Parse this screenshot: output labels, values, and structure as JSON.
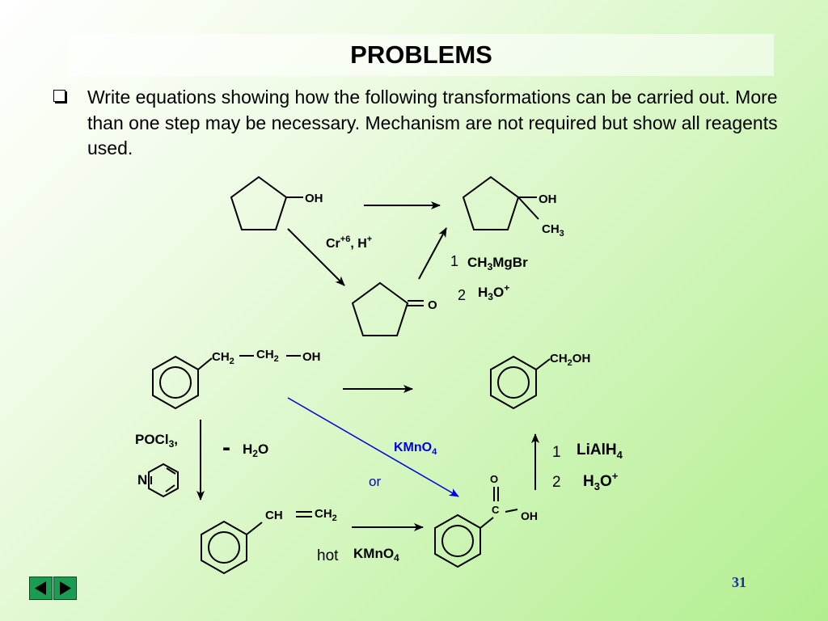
{
  "slide": {
    "title": "PROBLEMS",
    "instruction": "Write equations showing how the following transformations can be carried out.  More than one step may be necessary. Mechanism are not required but show all reagents used.",
    "page_number": "31"
  },
  "problem1": {
    "oh_left": "OH",
    "oh_right": "OH",
    "ch3": "CH",
    "ch3_sub": "3",
    "ketone_o": "O",
    "oxidant": "Cr",
    "oxidant_sup": "+6",
    "oxidant_tail": ", H",
    "oxidant_tail_sup": "+",
    "step1_num": "1",
    "step1_reagent_a": "CH",
    "step1_reagent_sub": "3",
    "step1_reagent_b": "MgBr",
    "step2_num": "2",
    "step2_reagent_a": "H",
    "step2_reagent_sub": "3",
    "step2_reagent_b": "O",
    "step2_reagent_sup": "+"
  },
  "problem2": {
    "ch2_a": "CH",
    "ch2_a_sub": "2",
    "ch2_b": "CH",
    "ch2_b_sub": "2",
    "oh": "OH",
    "product_a": "CH",
    "product_sub": "2",
    "product_b": "OH",
    "pocl3_a": "POCl",
    "pocl3_sub": "3",
    "pocl3_comma": ",",
    "pyridine_n": "N",
    "minus": "-",
    "water_a": "H",
    "water_sub": "2",
    "water_b": "O",
    "kmno4_blue_a": "KMnO",
    "kmno4_blue_sub": "4",
    "or_label": "or",
    "step1_num": "1",
    "lialh4_a": "LiAlH",
    "lialh4_sub": "4",
    "step2_num": "2",
    "h3o_a": "H",
    "h3o_sub": "3",
    "h3o_b": "O",
    "h3o_sup": "+",
    "acid_o": "O",
    "acid_c": "C",
    "acid_oh": "OH",
    "styrene_ch": "CH",
    "styrene_ch2": "CH",
    "styrene_sub": "2",
    "hot_label": "hot",
    "kmno4_black_a": "KMnO",
    "kmno4_black_sub": "4"
  },
  "colors": {
    "blue_arrow": "#0000e0",
    "nav_green": "#1a9c52",
    "page_num": "#1f2f8f"
  },
  "icons": [
    "checkbox-bullet-icon",
    "nav-left-icon",
    "nav-right-icon"
  ]
}
